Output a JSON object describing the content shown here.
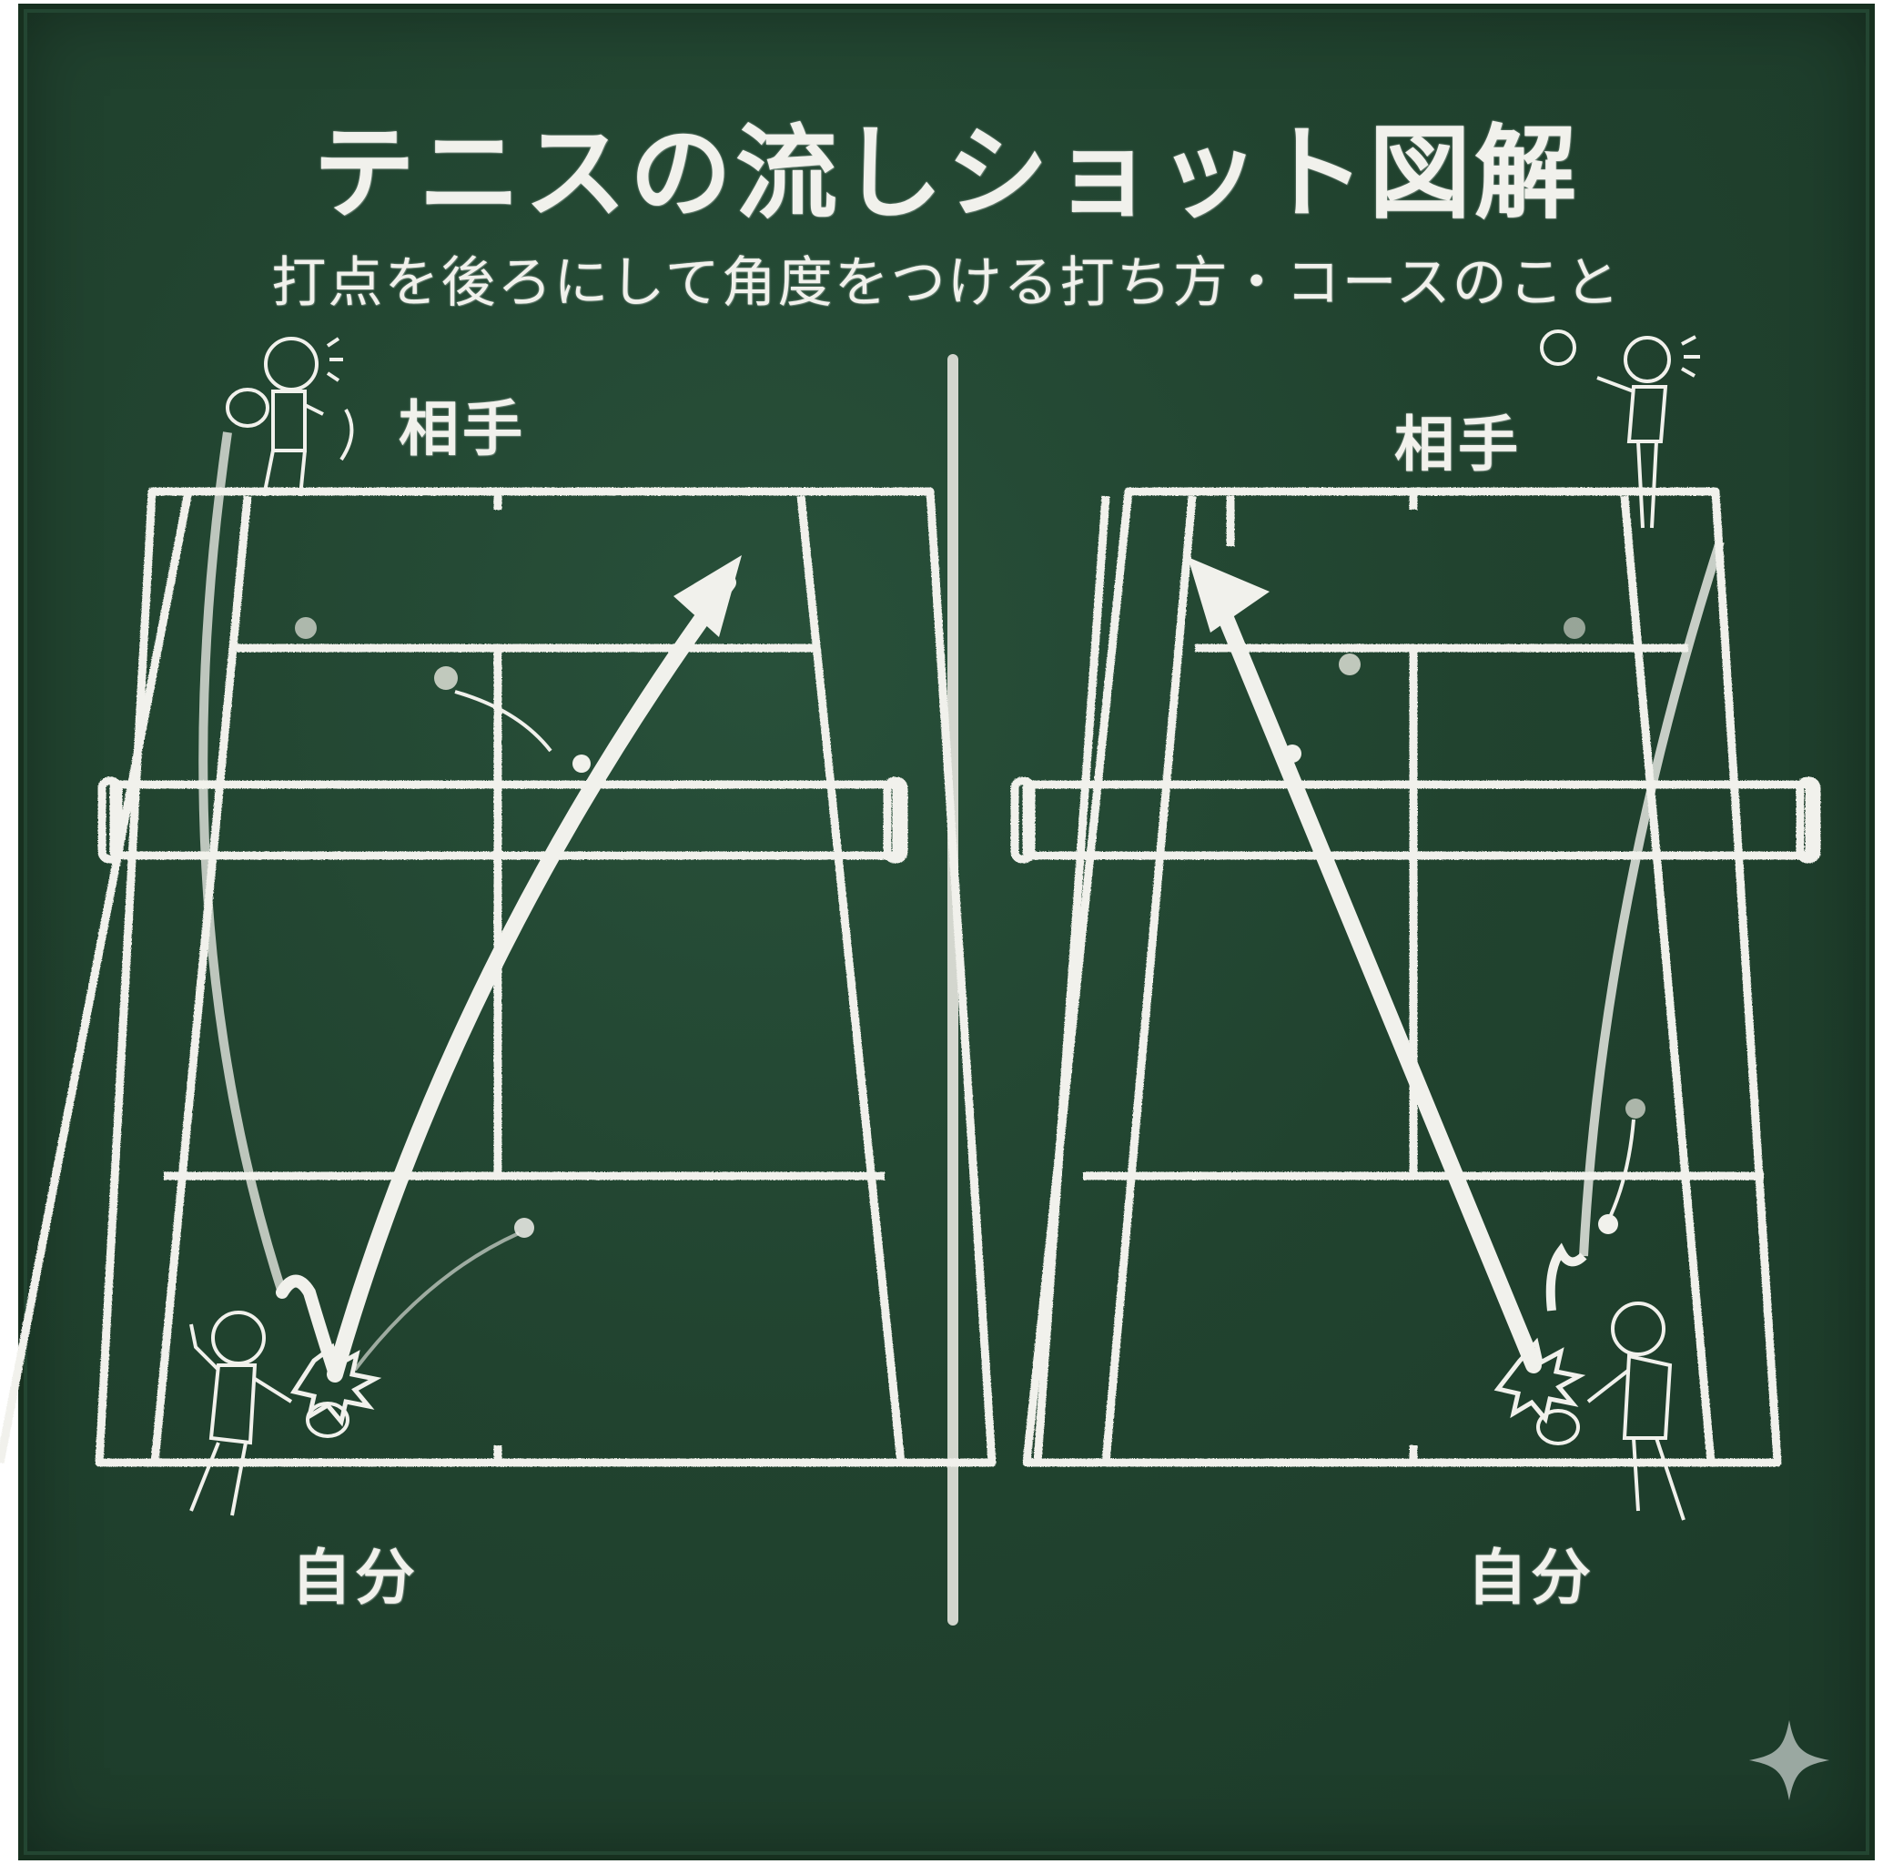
{
  "title": "テニスの流しショット図解",
  "subtitle": "打点を後ろにして角度をつける打ち方・コースのこと",
  "panels": [
    {
      "id": "left",
      "opponent_label": "相手",
      "self_label": "自分",
      "shot_direction": "cross-court to opponent's right side"
    },
    {
      "id": "right",
      "opponent_label": "相手",
      "self_label": "自分",
      "shot_direction": "to opponent's left side"
    }
  ],
  "colors": {
    "board": "#21432f",
    "chalk": "#f1f1ec",
    "sparkle": "#9aa8a1"
  },
  "icons": {
    "corner": "sparkle-icon"
  }
}
